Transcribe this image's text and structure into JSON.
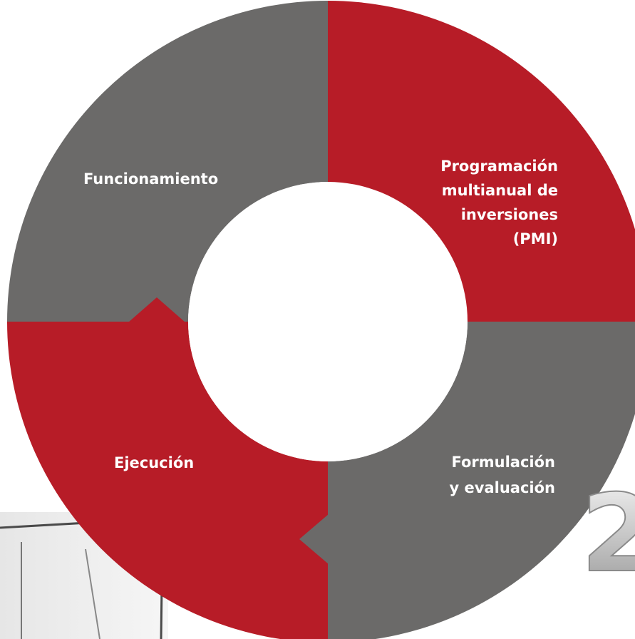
{
  "diagram": {
    "colors": {
      "red": "#B71C27",
      "gray": "#6B6A69",
      "hole": "#FFFFFF"
    },
    "segments": [
      {
        "id": "pmi",
        "lines": [
          "Programación",
          "multianual de",
          "inversiones",
          "(PMI)"
        ],
        "color": "red"
      },
      {
        "id": "formulacion",
        "lines": [
          "Formulación",
          "y evaluación"
        ],
        "color": "gray"
      },
      {
        "id": "ejecucion",
        "lines": [
          "Ejecución"
        ],
        "color": "red"
      },
      {
        "id": "funcionamiento",
        "lines": [
          "Funcionamiento"
        ],
        "color": "gray"
      }
    ]
  },
  "decor": {
    "digit": "2"
  }
}
